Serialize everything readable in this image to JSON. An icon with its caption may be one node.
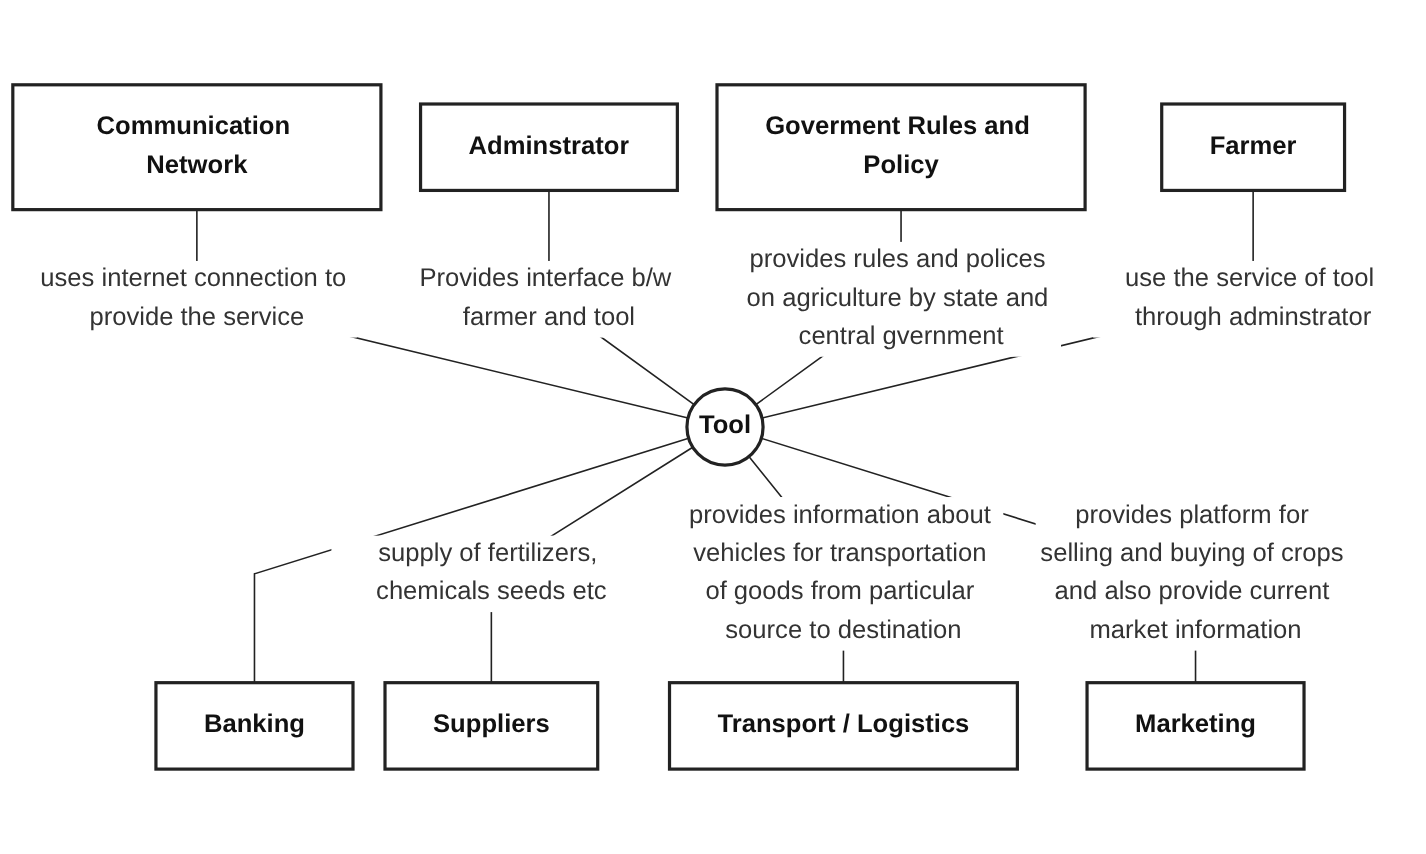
{
  "diagram": {
    "nodes": [
      {
        "text": [
          "Communication Network"
        ]
      },
      {
        "text": [
          "Adminstrator"
        ]
      },
      {
        "text": [
          "Goverment Rules and Policy"
        ]
      },
      {
        "text": [
          "Farmer"
        ]
      },
      {
        "text": [
          "Tool"
        ]
      },
      {
        "text": [
          "Banking"
        ]
      },
      {
        "text": [
          "Suppliers"
        ]
      },
      {
        "text": [
          "Transport / Logistics"
        ]
      },
      {
        "text": [
          "Marketing"
        ]
      }
    ],
    "edges": [
      {
        "from": 0,
        "to": 4,
        "arrow": "none",
        "label": "uses internet connection to provide the service"
      },
      {
        "from": 1,
        "to": 4,
        "arrow": "none",
        "label": "Provides interface b/w farmer and tool"
      },
      {
        "from": 2,
        "to": 4,
        "arrow": "none",
        "label": "provides rules and polices on agriculture by state and central gvernment"
      },
      {
        "from": 3,
        "to": 4,
        "arrow": "none",
        "label": "use the service of tool through adminstrator"
      },
      {
        "from": 4,
        "to": 5,
        "arrow": "none"
      },
      {
        "from": 4,
        "to": 6,
        "arrow": "none",
        "label": "supply of fertilizers, chemicals seeds etc"
      },
      {
        "from": 4,
        "to": 7,
        "arrow": "none",
        "label": "provides information about vehicles for transportation of goods from particular source to destination"
      },
      {
        "from": 4,
        "to": 8,
        "arrow": "none",
        "label": "provides platform for selling and buying of crops and also provide current market information"
      }
    ]
  }
}
